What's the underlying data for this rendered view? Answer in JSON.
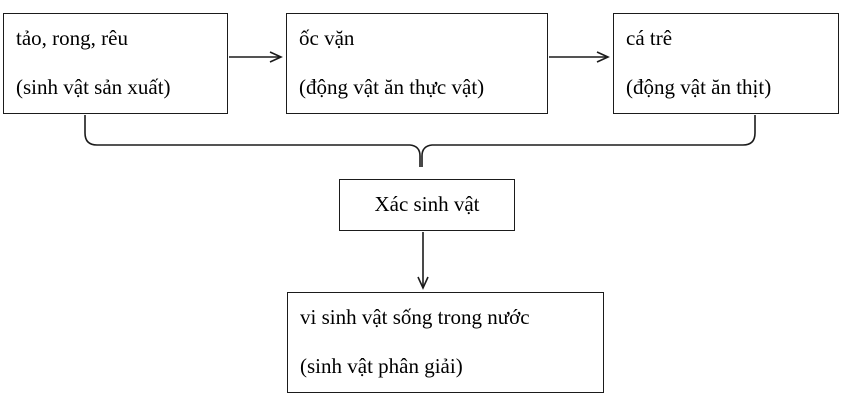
{
  "diagram": {
    "title": "food-chain-decomposition-diagram",
    "boxes": {
      "producer": {
        "line1": "tảo, rong, rêu",
        "line2": "(sinh vật sản xuất)"
      },
      "herbivore": {
        "line1": "ốc vặn",
        "line2": "(động vật ăn thực vật)"
      },
      "carnivore": {
        "line1": "cá trê",
        "line2": "(động vật ăn thịt)"
      },
      "carcass": {
        "label": "Xác sinh vật"
      },
      "decomposer": {
        "line1": "vi sinh vật sống trong nước",
        "line2": "(sinh vật phân giải)"
      }
    },
    "connections": {
      "producer_to_herbivore": "arrow-right",
      "herbivore_to_carnivore": "arrow-right",
      "all_three_to_carcass": "merge-brace-down",
      "carcass_to_decomposer": "arrow-down"
    }
  },
  "colors": {
    "line": "#1b1b1b",
    "background": "#ffffff",
    "text": "#000000"
  }
}
